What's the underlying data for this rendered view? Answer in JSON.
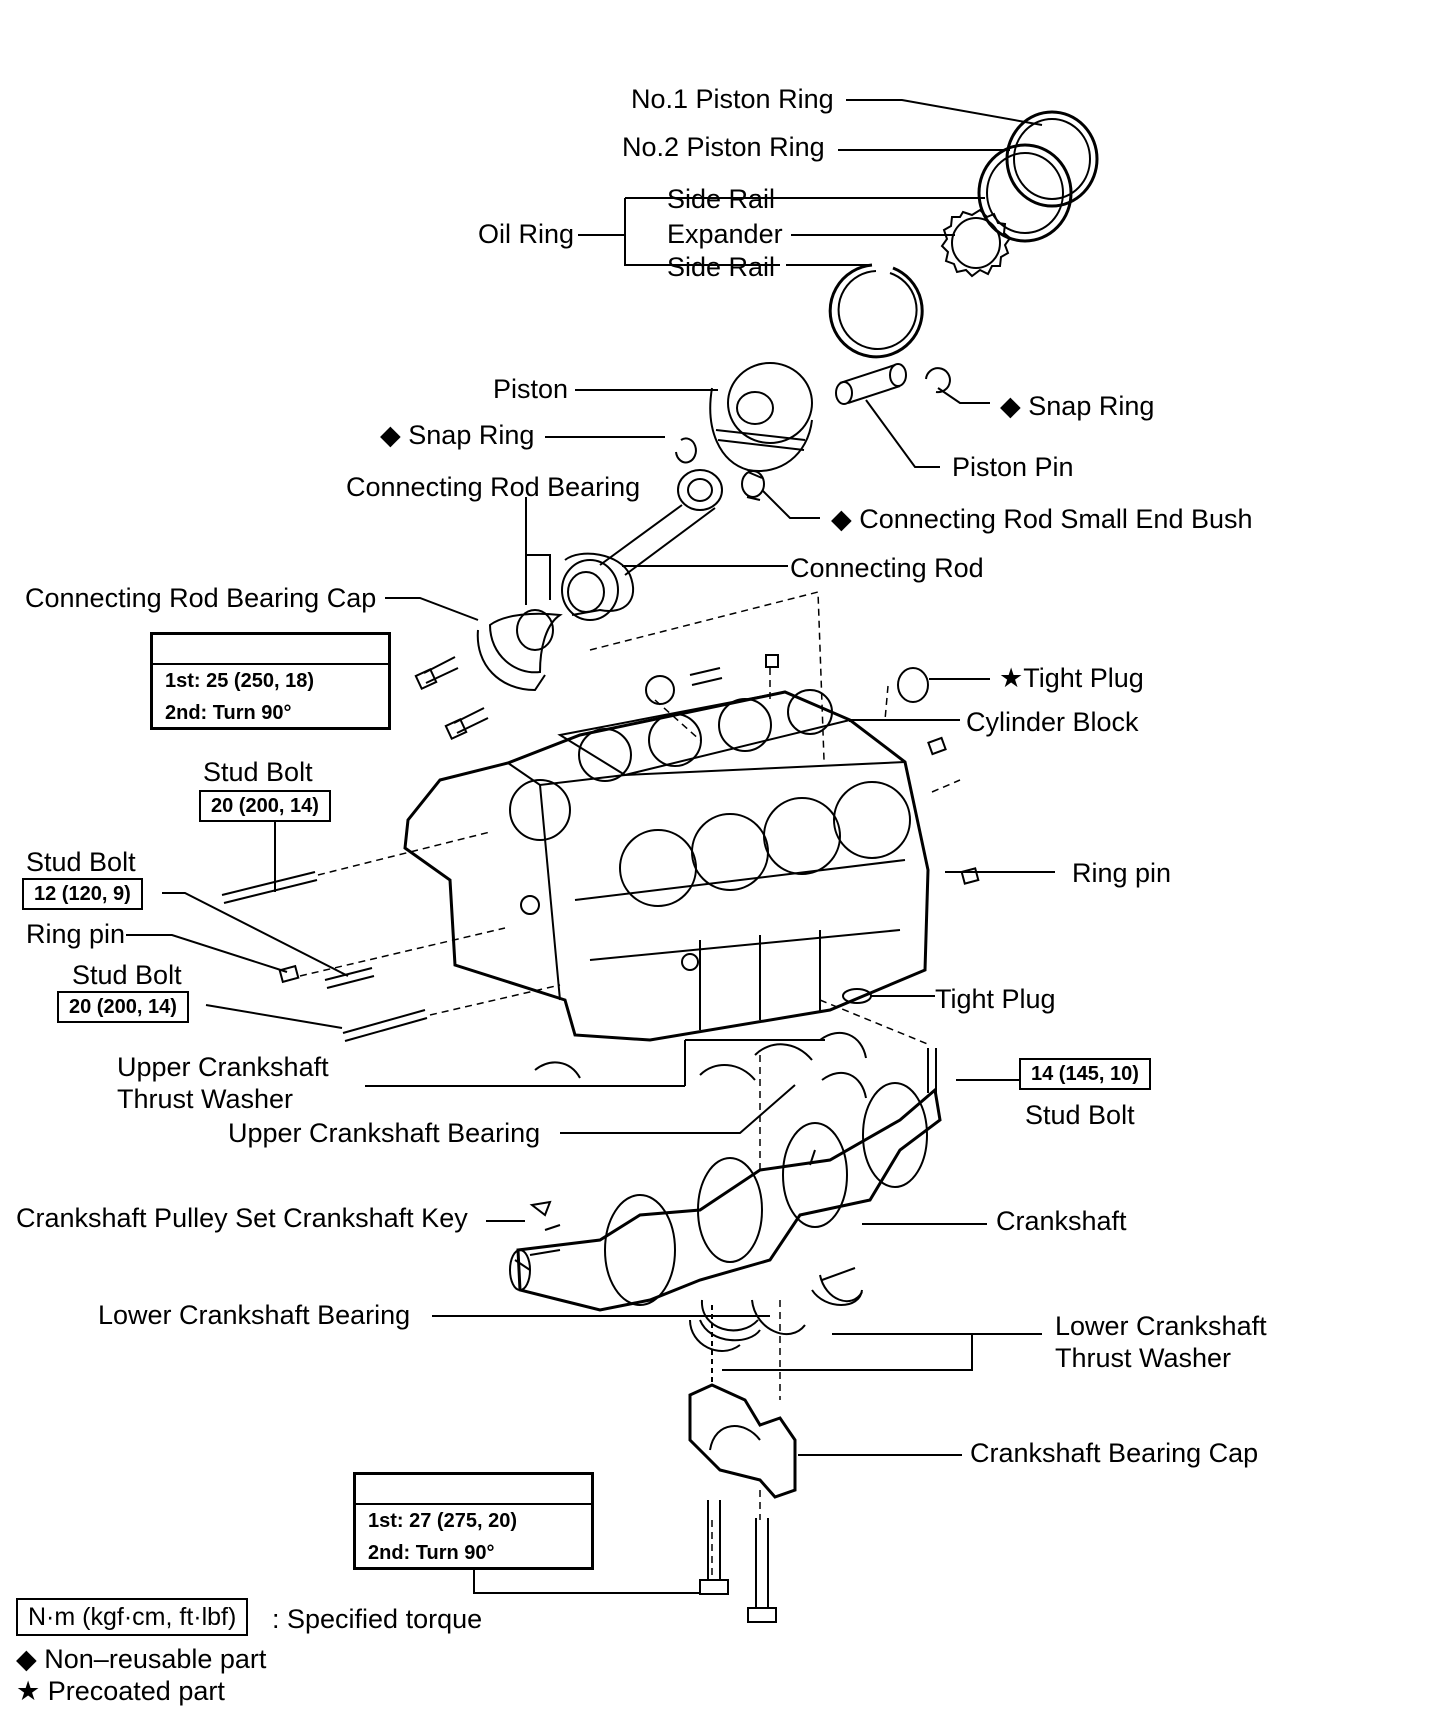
{
  "labels": {
    "no1_piston_ring": "No.1 Piston Ring",
    "no2_piston_ring": "No.2 Piston Ring",
    "oil_ring": "Oil Ring",
    "side_rail_top": "Side Rail",
    "expander": "Expander",
    "side_rail_bottom": "Side Rail",
    "piston": "Piston",
    "snap_ring_right": "Snap Ring",
    "snap_ring_left": "Snap Ring",
    "piston_pin": "Piston Pin",
    "connecting_rod_bearing": "Connecting Rod Bearing",
    "small_end_bush": "Connecting Rod Small End Bush",
    "connecting_rod": "Connecting Rod",
    "connecting_rod_bearing_cap": "Connecting Rod Bearing Cap",
    "tight_plug_top": "Tight Plug",
    "cylinder_block": "Cylinder Block",
    "stud_bolt_1": "Stud Bolt",
    "stud_bolt_2": "Stud Bolt",
    "ring_pin_left": "Ring pin",
    "ring_pin_right": "Ring pin",
    "stud_bolt_3": "Stud Bolt",
    "tight_plug_bottom": "Tight Plug",
    "upper_thrust_washer_line1": "Upper Crankshaft",
    "upper_thrust_washer_line2": "Thrust Washer",
    "upper_crankshaft_bearing": "Upper Crankshaft Bearing",
    "stud_bolt_4": "Stud Bolt",
    "crankshaft_key": "Crankshaft Pulley Set Crankshaft Key",
    "crankshaft": "Crankshaft",
    "lower_crankshaft_bearing": "Lower Crankshaft Bearing",
    "lower_thrust_washer_line1": "Lower Crankshaft",
    "lower_thrust_washer_line2": "Thrust Washer",
    "crankshaft_bearing_cap": "Crankshaft Bearing Cap"
  },
  "torque": {
    "rod_cap_1st": "1st: 25 (250, 18)",
    "rod_cap_2nd": "2nd: Turn 90°",
    "stud_bolt_1": "20 (200, 14)",
    "stud_bolt_2": "12 (120, 9)",
    "stud_bolt_3": "20 (200, 14)",
    "stud_bolt_4": "14 (145, 10)",
    "main_cap_1st": "1st: 27 (275, 20)",
    "main_cap_2nd": "2nd: Turn 90°"
  },
  "legend": {
    "torque_unit": "N·m (kgf·cm, ft·lbf)",
    "torque_desc": ": Specified torque",
    "non_reusable_symbol": "◆",
    "non_reusable": "Non–reusable part",
    "precoated_symbol": "★",
    "precoated": "Precoated part"
  },
  "marks": {
    "diamond": "◆",
    "star": "★"
  }
}
